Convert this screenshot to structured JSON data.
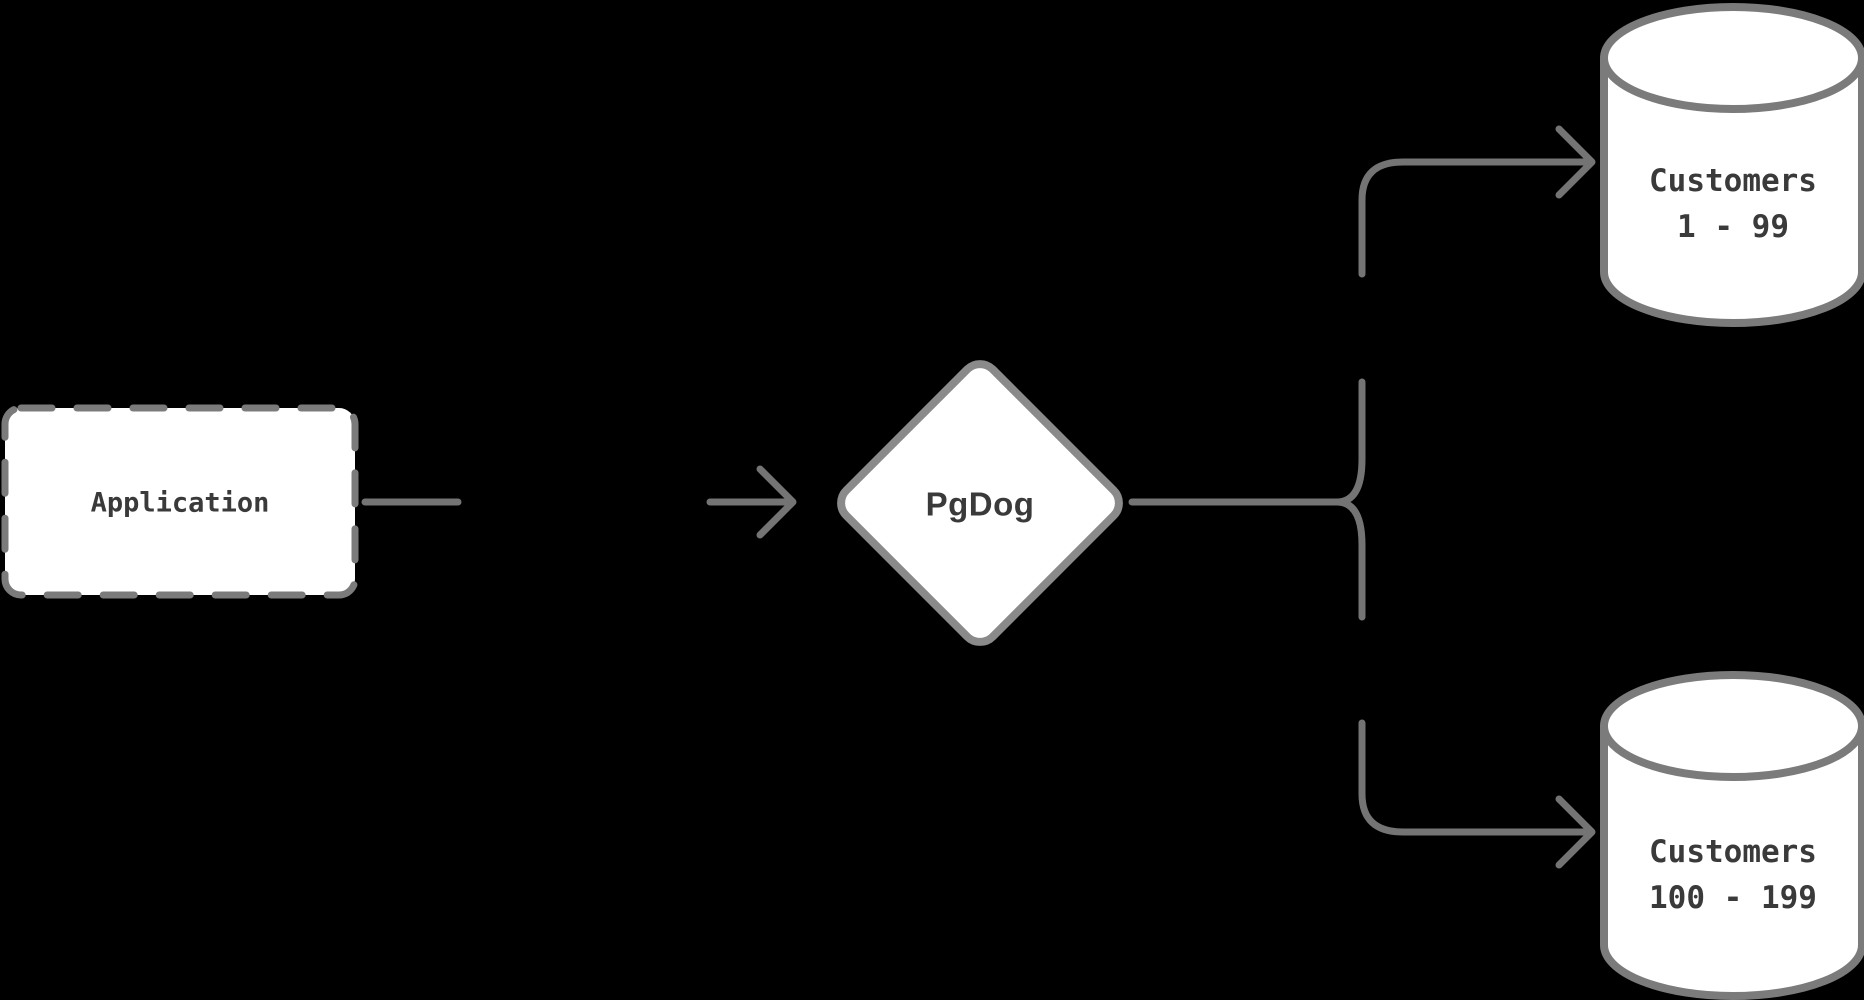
{
  "colors": {
    "background": "#000000",
    "edge": "#747474",
    "node_border": "#7b7b7b",
    "diamond_border": "#8a8a8a",
    "node_fill": "#ffffff",
    "label_text": "#3a3a3a"
  },
  "nodes": {
    "application": {
      "label": "Application",
      "shape": "dashed-rectangle"
    },
    "pgdog": {
      "label": "PgDog",
      "shape": "diamond"
    },
    "shard_top": {
      "label": "Customers",
      "range": "1 - 99",
      "shape": "cylinder"
    },
    "shard_bottom": {
      "label": "Customers",
      "range": "100 - 199",
      "shape": "cylinder"
    }
  },
  "edges": [
    {
      "from": "application",
      "to": "pgdog"
    },
    {
      "from": "pgdog",
      "to": "shard_top"
    },
    {
      "from": "pgdog",
      "to": "shard_bottom"
    }
  ]
}
